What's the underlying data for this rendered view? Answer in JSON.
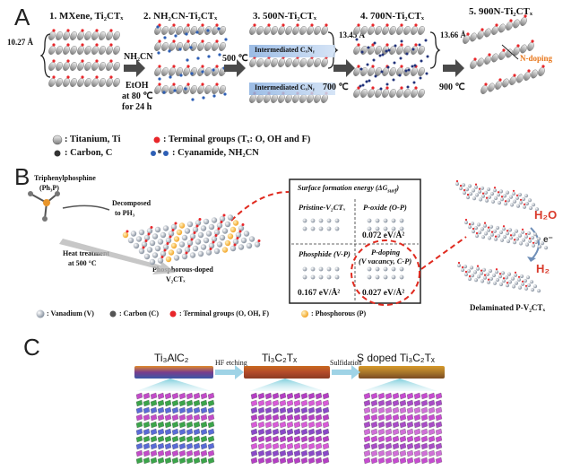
{
  "panel_a": {
    "letter": "A",
    "steps": [
      "1. MXene, Ti₂CTₓ",
      "2. NH₂CN-Ti₂CTₓ",
      "3. 500N-Ti₂CTₓ",
      "4. 700N-Ti₂CTₓ",
      "5. 900N-Ti₂CTₓ"
    ],
    "spacing_1": "10.27 Å",
    "spacing_2": "13.45 Å",
    "spacing_3": "13.66 Å",
    "arrow1": [
      "NH₂CN",
      "EtOH",
      "at 80 ℃",
      "for 24 h"
    ],
    "arrow2": "500 ℃",
    "arrow3": "700 ℃",
    "arrow4": "900 ℃",
    "intermediate": "Intermediated CₓNᵧ",
    "n_doping": "N-doping",
    "legend": {
      "titanium": ": Titanium, Ti",
      "terminal": ": Terminal groups (Tₓ: O, OH and F)",
      "carbon": ": Carbon, C",
      "cyanamide": ": Cyanamide, NH₂CN"
    }
  },
  "panel_b": {
    "letter": "B",
    "precursor": [
      "Triphenylphosphine",
      "(Ph₃P)"
    ],
    "decomposed": [
      "Decomposed",
      "to PH₃"
    ],
    "heat": [
      "Heat treatment",
      "at 500 °C"
    ],
    "product": [
      "Phosphorous-doped",
      "V₂CTₓ"
    ],
    "energy_title": "Surface formation energy (ΔG",
    "energy_sub": "surf",
    "cells": [
      {
        "title": "Pristine-V₂CTₓ",
        "value": ""
      },
      {
        "title": "P-oxide (O-P)",
        "value": "0.072 eV/Å²"
      },
      {
        "title": "Phosphide (V-P)",
        "value": "0.167 eV/Å²"
      },
      {
        "title": "P-doping",
        "title2": "(V vacancy, C-P)",
        "value": "0.027 eV/Å²"
      }
    ],
    "h2o": "H₂O",
    "electron": "e⁻",
    "h2": "H₂",
    "delaminated": "Delaminated P-V₂CTₓ",
    "legend": [
      ": Vanadium (V)",
      ": Carbon (C)",
      ": Terminal groups (O, OH, F)",
      ": Phosphorous (P)"
    ],
    "colors": {
      "h2o": "#d93a2b",
      "h2": "#d93a2b",
      "dash": "#e02a1f"
    }
  },
  "panel_c": {
    "letter": "C",
    "labels": [
      "Ti₃AlC₂",
      "Ti₃C₂Tₓ",
      "S doped Ti₃C₂Tₓ"
    ],
    "arrow1": "HF etching",
    "arrow2": "Sulfidation"
  }
}
